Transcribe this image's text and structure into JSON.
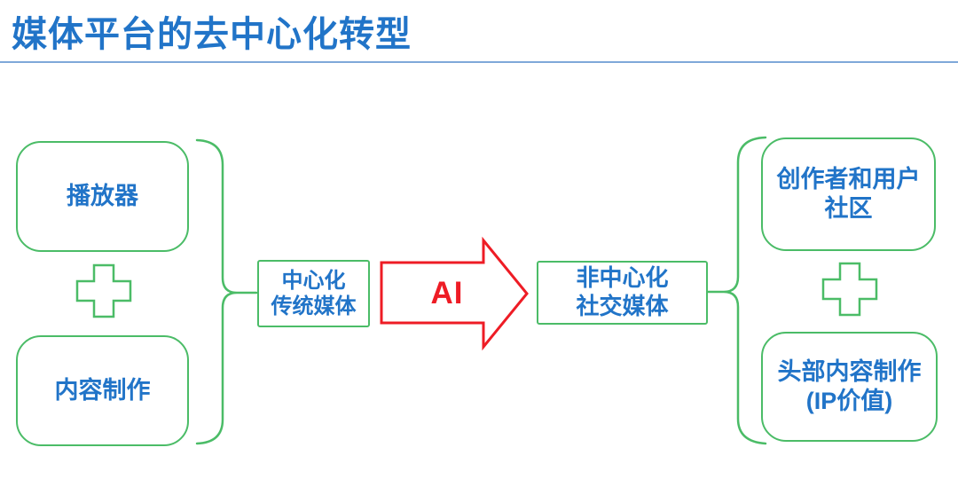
{
  "title": "媒体平台的去中心化转型",
  "colors": {
    "blue": "#2174c8",
    "green": "#4bbc67",
    "red": "#ee1c25",
    "divider": "#7fa8d9",
    "bg": "#ffffff"
  },
  "diagram": {
    "left_group": {
      "top_box": "播放器",
      "bottom_box": "内容制作"
    },
    "center_left_box": "中心化\n传统媒体",
    "arrow_label": "AI",
    "center_right_box": "非中心化\n社交媒体",
    "right_group": {
      "top_box": "创作者和用户\n社区",
      "bottom_box": "头部内容制作\n(IP价值)"
    }
  }
}
